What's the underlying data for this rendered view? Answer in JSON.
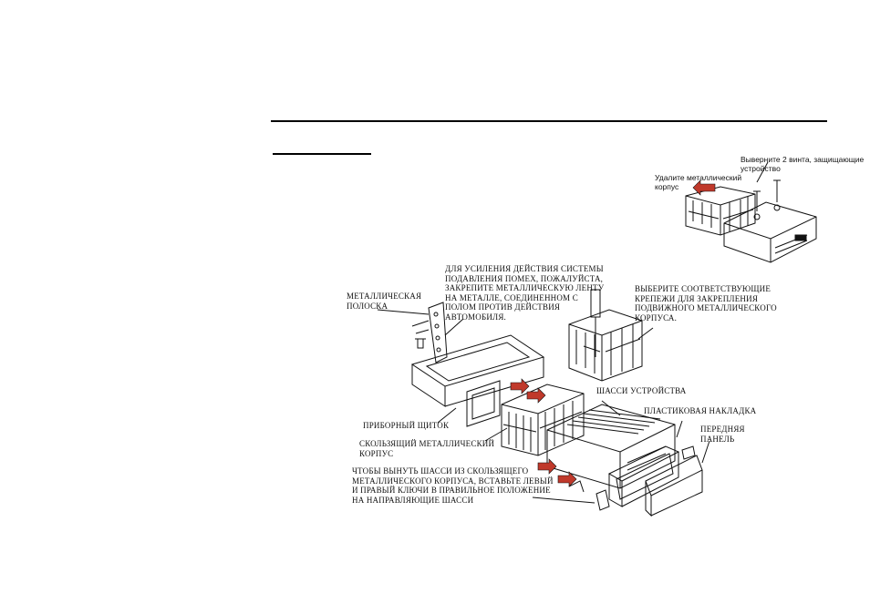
{
  "inset": {
    "remove_screws_label": "Выверните 2 винта, защищающие\nустройство",
    "remove_housing_label": "Удалите металлический\nкорпус"
  },
  "callouts": {
    "reinforce": "ДЛЯ УСИЛЕНИЯ ДЕЙСТВИЯ СИСТЕМЫ\nПОДАВЛЕНИЯ ПОМЕХ, ПОЖАЛУЙСТА,\nЗАКРЕПИТЕ МЕТАЛЛИЧЕСКУЮ ЛЕНТУ\nНА МЕТАЛЛЕ, СОЕДИНЕННОМ С\nПОЛОМ ПРОТИВ ДЕЙСТВИЯ\nАВТОМОБИЛЯ.",
    "metal_strip": "МЕТАЛЛИЧЕСКАЯ\nПОЛОСКА",
    "bend_tabs": "ВЫБЕРИТЕ СООТВЕТСТВУЮЩИЕ\nКРЕПЕЖИ ДЛЯ ЗАКРЕПЛЕНИЯ\nПОДВИЖНОГО МЕТАЛЛИЧЕСКОГО\nКОРПУСА.",
    "chassis": "ШАССИ УСТРОЙСТВА",
    "plastic_trim": "ПЛАСТИКОВАЯ НАКЛАДКА",
    "front_panel": "ПЕРЕДНЯЯ\nПАНЕЛЬ",
    "dashboard": "ПРИБОРНЫЙ ЩИТОК",
    "sliding_housing": "СКОЛЬЗЯЩИЙ МЕТАЛЛИЧЕСКИЙ\nКОРПУС",
    "removal_instruction": "ЧТОБЫ ВЫНУТЬ ШАССИ ИЗ СКОЛЬЗЯЩЕГО\nМЕТАЛЛИЧЕСКОГО КОРПУСА, ВСТАВЬТЕ ЛЕВЫЙ\nИ ПРАВЫЙ КЛЮЧИ В ПРАВИЛЬНОЕ ПОЛОЖЕНИЕ\nНА НАПРАВЛЯЮЩИЕ ШАССИ"
  },
  "colors": {
    "arrow": "#c0392b",
    "ink": "#111111"
  }
}
